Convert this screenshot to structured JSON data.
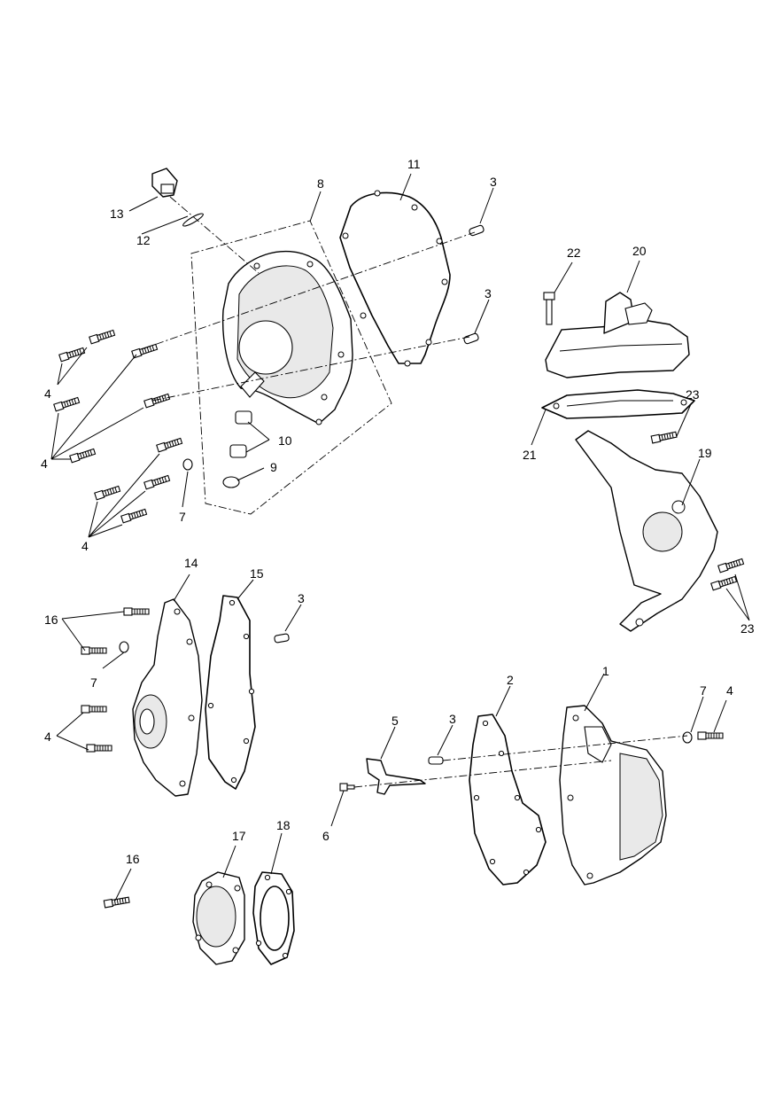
{
  "callouts": {
    "c1": "1",
    "c2": "2",
    "c3a": "3",
    "c3b": "3",
    "c3c": "3",
    "c3d": "3",
    "c4a": "4",
    "c4b": "4",
    "c4c": "4",
    "c4d": "4",
    "c4e": "4",
    "c5": "5",
    "c6": "6",
    "c7a": "7",
    "c7b": "7",
    "c7c": "7",
    "c8": "8",
    "c9": "9",
    "c10": "10",
    "c11": "11",
    "c12": "12",
    "c13": "13",
    "c14": "14",
    "c15": "15",
    "c16a": "16",
    "c16b": "16",
    "c17": "17",
    "c18": "18",
    "c19": "19",
    "c20": "20",
    "c21": "21",
    "c22": "22",
    "c23a": "23",
    "c23b": "23"
  }
}
